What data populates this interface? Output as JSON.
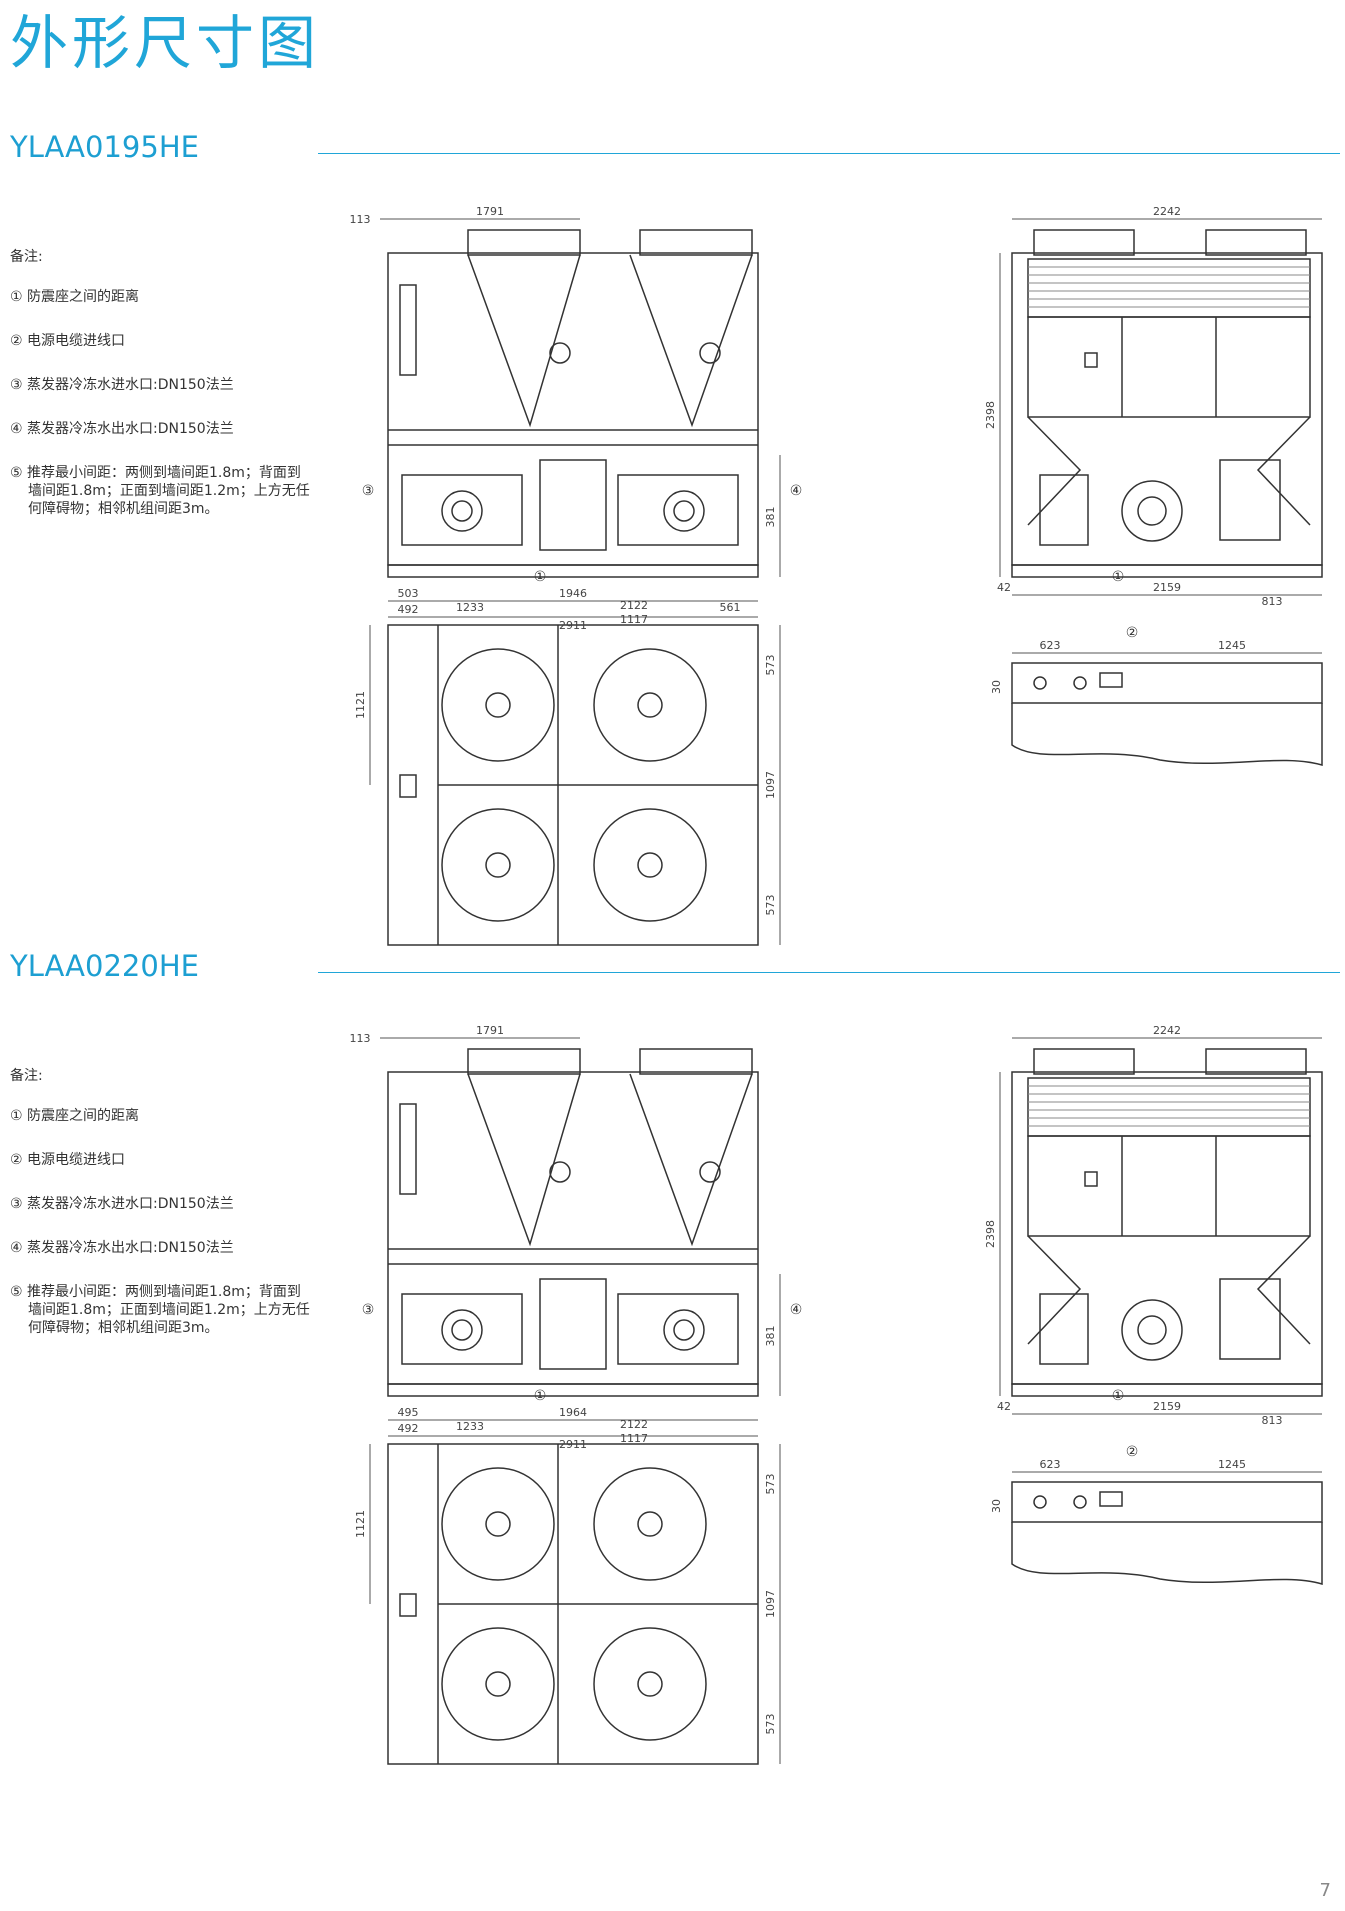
{
  "page": {
    "title": "外形尺寸图",
    "page_number": "7"
  },
  "notes_title": "备注:",
  "notes": [
    "① 防震座之间的距离",
    "② 电源电缆进线口",
    "③ 蒸发器冷冻水进水口:DN150法兰",
    "④ 蒸发器冷冻水出水口:DN150法兰",
    "⑤ 推荐最小间距：两侧到墙间距1.8m；背面到墙间距1.8m；正面到墙间距1.2m；上方无任何障碍物；相邻机组间距3m。"
  ],
  "models": [
    {
      "name": "YLAA0195HE",
      "dims": {
        "top_offset": "113",
        "fan_span": "1791",
        "width": "2242",
        "height": "2398",
        "pipe_height": "381",
        "d503": "503",
        "d492": "492",
        "d1946": "1946",
        "d2122": "2122",
        "length": "2911",
        "d42": "42",
        "d2159": "2159",
        "d813": "813",
        "d1233": "1233",
        "d1117": "1117",
        "d561": "561",
        "d623": "623",
        "d1245": "1245",
        "d30": "30",
        "d1121": "1121",
        "d573": "573",
        "d1097": "1097"
      },
      "callouts": {
        "c1": "①",
        "c2": "②",
        "c3": "③",
        "c4": "④"
      }
    },
    {
      "name": "YLAA0220HE",
      "dims": {
        "top_offset": "113",
        "fan_span": "1791",
        "width": "2242",
        "height": "2398",
        "pipe_height": "381",
        "d503": "495",
        "d492": "492",
        "d1946": "1964",
        "d2122": "2122",
        "length": "2911",
        "d42": "42",
        "d2159": "2159",
        "d813": "813",
        "d1233": "1233",
        "d1117": "1117",
        "d561": "",
        "d623": "623",
        "d1245": "1245",
        "d30": "30",
        "d1121": "1121",
        "d573": "573",
        "d1097": "1097"
      },
      "callouts": {
        "c1": "①",
        "c2": "②",
        "c3": "③",
        "c4": "④"
      }
    }
  ]
}
